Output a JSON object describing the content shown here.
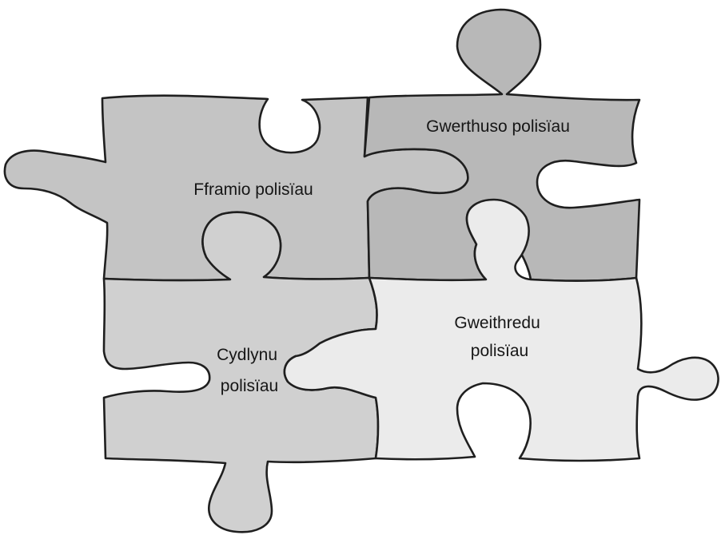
{
  "pieces": [
    {
      "id": "top-left",
      "label_lines": [
        "Fframio polisïau"
      ],
      "fill": "#c4c4c4"
    },
    {
      "id": "top-right",
      "label_lines": [
        "Gwerthuso polisïau"
      ],
      "fill": "#b8b8b8"
    },
    {
      "id": "bottom-left",
      "label_lines": [
        "Cydlynu",
        "polisïau"
      ],
      "fill": "#d0d0d0"
    },
    {
      "id": "bottom-right",
      "label_lines": [
        "Gweithredu",
        "polisïau"
      ],
      "fill": "#ebebeb"
    }
  ],
  "colors": {
    "outline": "#1f1f1f",
    "background": "#ffffff"
  }
}
